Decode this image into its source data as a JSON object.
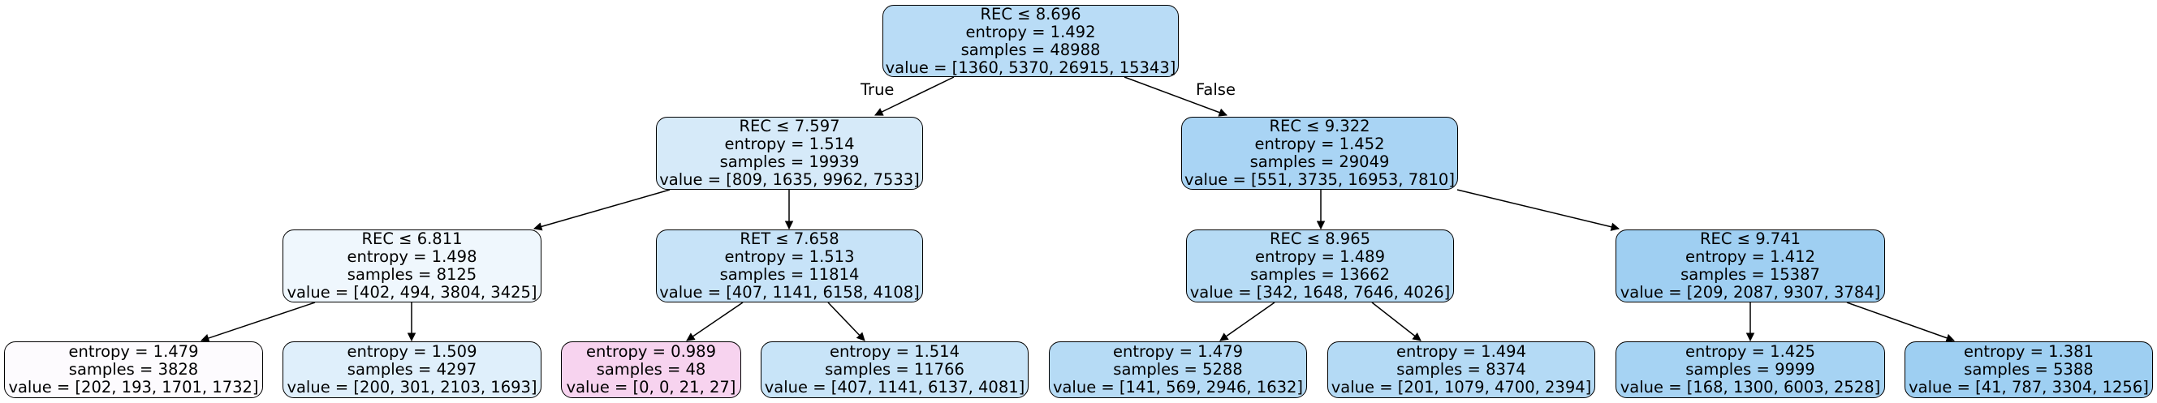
{
  "colors": {
    "blue": "#399de5",
    "magenta": "#e539c0",
    "edge": "#000000",
    "border": "#000000"
  },
  "edge_labels": {
    "true_label": "True",
    "false_label": "False"
  },
  "nodes": {
    "n0": {
      "split": "REC ≤ 8.696",
      "entropy": "entropy = 1.492",
      "samples": "samples = 48988",
      "value": "value = [1360, 5370, 26915, 15343]",
      "fill": "#b9dcf6"
    },
    "n1": {
      "split": "REC ≤ 7.597",
      "entropy": "entropy = 1.514",
      "samples": "samples = 19939",
      "value": "value = [809, 1635, 9962, 7533]",
      "fill": "#d6eaf9"
    },
    "n2": {
      "split": "REC ≤ 9.322",
      "entropy": "entropy = 1.452",
      "samples": "samples = 29049",
      "value": "value = [551, 3735, 16953, 7810]",
      "fill": "#a9d4f4"
    },
    "n3": {
      "split": "REC ≤ 6.811",
      "entropy": "entropy = 1.498",
      "samples": "samples = 8125",
      "value": "value = [402, 494, 3804, 3425]",
      "fill": "#eff7fd"
    },
    "n4": {
      "split": "RET ≤ 7.658",
      "entropy": "entropy = 1.513",
      "samples": "samples = 11814",
      "value": "value = [407, 1141, 6158, 4108]",
      "fill": "#c7e3f8"
    },
    "n5": {
      "split": "REC ≤ 8.965",
      "entropy": "entropy = 1.489",
      "samples": "samples = 13662",
      "value": "value = [342, 1648, 7646, 4026]",
      "fill": "#b6dbf5"
    },
    "n6": {
      "split": "REC ≤ 9.741",
      "entropy": "entropy = 1.412",
      "samples": "samples = 15387",
      "value": "value = [209, 2087, 9307, 3784]",
      "fill": "#9fcff2"
    },
    "n7": {
      "entropy": "entropy = 1.479",
      "samples": "samples = 3828",
      "value": "value = [202, 193, 1701, 1732]",
      "fill": "#fdfbfe"
    },
    "n8": {
      "entropy": "entropy = 1.509",
      "samples": "samples = 4297",
      "value": "value = [200, 301, 2103, 1693]",
      "fill": "#dfeffb"
    },
    "n9": {
      "entropy": "entropy = 0.989",
      "samples": "samples = 48",
      "value": "value = [0, 0, 21, 27]",
      "fill": "#f7d3ef"
    },
    "n10": {
      "entropy": "entropy = 1.514",
      "samples": "samples = 11766",
      "value": "value = [407, 1141, 6137, 4081]",
      "fill": "#c8e4f8"
    },
    "n11": {
      "entropy": "entropy = 1.479",
      "samples": "samples = 5288",
      "value": "value = [141, 569, 2946, 1632]",
      "fill": "#b6dbf5"
    },
    "n12": {
      "entropy": "entropy = 1.494",
      "samples": "samples = 8374",
      "value": "value = [201, 1079, 4700, 2394]",
      "fill": "#b4daf5"
    },
    "n13": {
      "entropy": "entropy = 1.425",
      "samples": "samples = 9999",
      "value": "value = [168, 1300, 6003, 2528]",
      "fill": "#a6d3f3"
    },
    "n14": {
      "entropy": "entropy = 1.381",
      "samples": "samples = 5388",
      "value": "value = [41, 787, 3304, 1256]",
      "fill": "#9ecff2"
    }
  }
}
